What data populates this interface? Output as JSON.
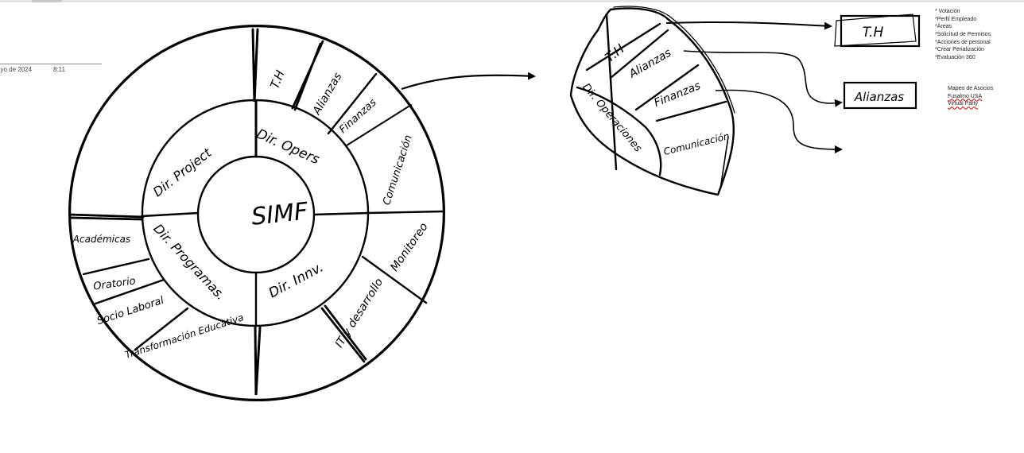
{
  "page_meta": {
    "date": "ayo de 2024",
    "time": "8:11"
  },
  "wheel": {
    "center": "SIMF",
    "directors": [
      {
        "id": "ops",
        "label": "Dir. Opers"
      },
      {
        "id": "innov",
        "label": "Dir. Innv."
      },
      {
        "id": "programs",
        "label": "Dir. Programas."
      },
      {
        "id": "project",
        "label": "Dir. Project"
      }
    ],
    "areas": [
      {
        "id": "th",
        "label": "T.H"
      },
      {
        "id": "alianzas",
        "label": "Alianzas"
      },
      {
        "id": "finanzas",
        "label": "Finanzas"
      },
      {
        "id": "comunicacion",
        "label": "Comunicación"
      },
      {
        "id": "monitoreo",
        "label": "Monitoreo"
      },
      {
        "id": "it",
        "label": "IT y desarrollo"
      },
      {
        "id": "transformacion",
        "label": "Transformación Educativa"
      },
      {
        "id": "socio",
        "label": "Socio Laboral"
      },
      {
        "id": "oratorio",
        "label": "Oratorio"
      },
      {
        "id": "academicas",
        "label": "Académicas"
      }
    ]
  },
  "fan": {
    "director": "Dir. Operaciones",
    "areas": [
      {
        "id": "th",
        "label": "T.H"
      },
      {
        "id": "alianzas",
        "label": "Alianzas"
      },
      {
        "id": "finanzas",
        "label": "Finanzas"
      },
      {
        "id": "comunicacion",
        "label": "Comunicación"
      }
    ]
  },
  "boxes": [
    {
      "id": "th",
      "label": "T.H"
    },
    {
      "id": "alianzas",
      "label": "Alianzas"
    }
  ],
  "notes": {
    "th": [
      "* Votación",
      "*Perfil Empleado",
      "*Áreas",
      "*Solicitud de Permisos",
      "*Acciones de personal",
      "*Crear Penalización",
      "*Evaluación 360"
    ],
    "alianzas": [
      "Mapeo de Asocios",
      "Fusalmo USA",
      "Virtual Party"
    ]
  }
}
